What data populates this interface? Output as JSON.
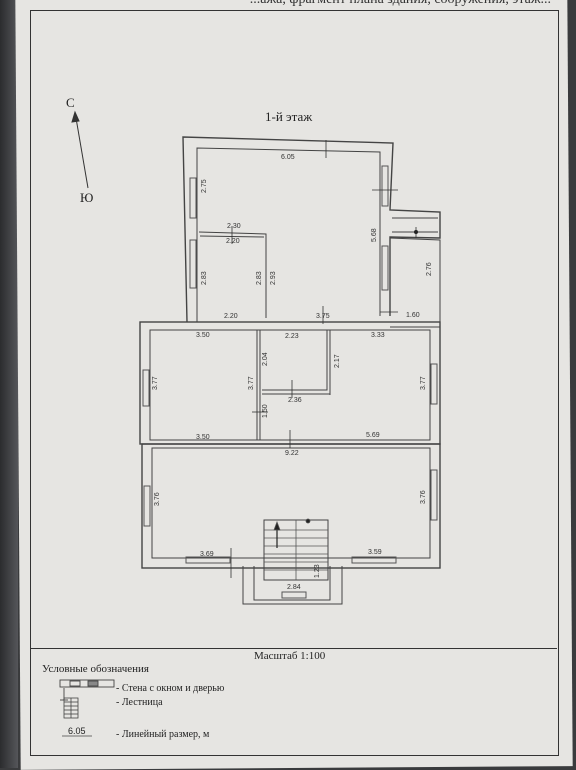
{
  "header": {
    "text": "...ажа, фрагмент плана здания, сооружения, этаж..."
  },
  "plan": {
    "floor_title": "1-й этаж",
    "compass": {
      "south": "С",
      "north": "Ю"
    },
    "dimensions": [
      "6.05",
      "2.75",
      "2.30",
      "2.20",
      "5.68",
      "2.83",
      "2.83",
      "2.93",
      "2.76",
      "2.20",
      "3.75",
      "1.60",
      "3.50",
      "2.23",
      "3.33",
      "2.04",
      "2.17",
      "3.77",
      "3.77",
      "3.77",
      "2.36",
      "1.50",
      "3.50",
      "5.69",
      "9.22",
      "3.76",
      "3.76",
      "3.69",
      "3.59",
      "1.23",
      "2.84"
    ]
  },
  "footer": {
    "scale": "Масштаб 1:100",
    "legend_title": "Условные обозначения",
    "legend_items": [
      "- Стена с окном и дверью",
      "- Лестница",
      "- Линейный размер, м"
    ],
    "legend_sample_number": "6.05"
  },
  "colors": {
    "paper": "#e6e5e2",
    "ink": "#333333",
    "background": "#3a3b3d"
  },
  "icons": [
    "compass-arrow-icon",
    "wall-window-door-icon",
    "stairs-icon"
  ]
}
